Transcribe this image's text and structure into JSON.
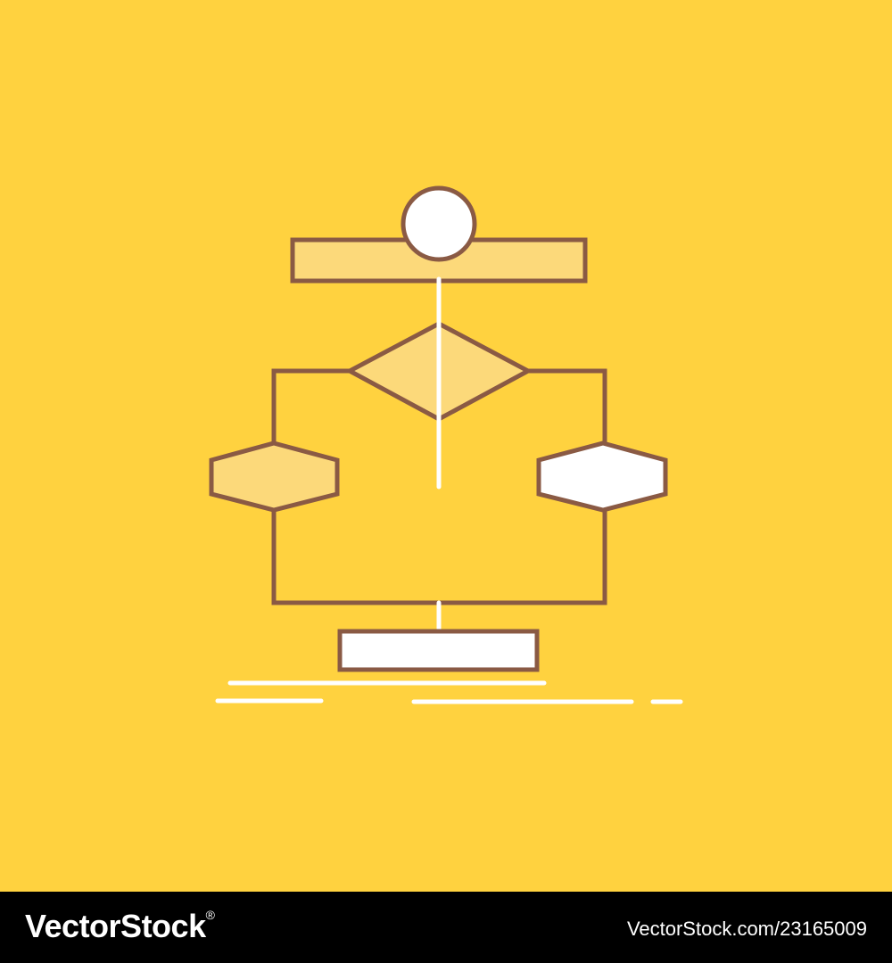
{
  "colors": {
    "background": "#ffd23f",
    "outline": "#8a5a44",
    "light_fill": "#fcd97a",
    "white_fill": "#ffffff",
    "footer_bg": "#000000",
    "footer_text": "#ffffff"
  },
  "icon": {
    "name": "flowchart-algorithm-icon",
    "description_shapes": [
      "start-circle",
      "top-bar",
      "decision-diamond",
      "left-hexagon",
      "right-hexagon",
      "end-box",
      "ground-lines"
    ]
  },
  "footer": {
    "brand": "VectorStock",
    "brand_mark": "®",
    "credit": "VectorStock.com/23165009"
  }
}
